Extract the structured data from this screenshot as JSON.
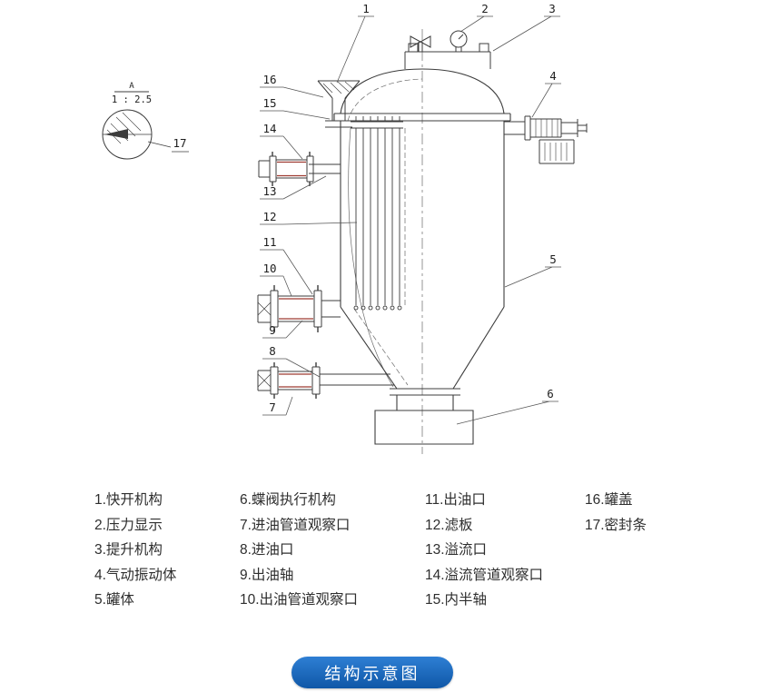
{
  "detail_view": {
    "section_label": "A",
    "scale": "1 : 2.5"
  },
  "drawing": {
    "callouts": [
      "1",
      "2",
      "3",
      "4",
      "5",
      "6",
      "7",
      "8",
      "9",
      "10",
      "11",
      "12",
      "13",
      "14",
      "15",
      "16",
      "17"
    ]
  },
  "legend": {
    "columns": [
      {
        "items": [
          "1.快开机构",
          "2.压力显示",
          "3.提升机构",
          "4.气动振动体",
          "5.罐体"
        ]
      },
      {
        "items": [
          "6.蝶阀执行机构",
          "7.进油管道观察口",
          "8.进油口",
          "9.出油轴",
          "10.出油管道观察口"
        ]
      },
      {
        "items": [
          "11.出油口",
          "12.滤板",
          "13.溢流口",
          "14.溢流管道观察口",
          "15.内半轴"
        ]
      },
      {
        "items": [
          "16.罐盖",
          "17.密封条"
        ]
      }
    ]
  },
  "footer_button": {
    "label": "结构示意图"
  },
  "colors": {
    "line": "#3c3c3c",
    "gasket_red": "#9e3b32",
    "button_blue": "#1565c0"
  }
}
